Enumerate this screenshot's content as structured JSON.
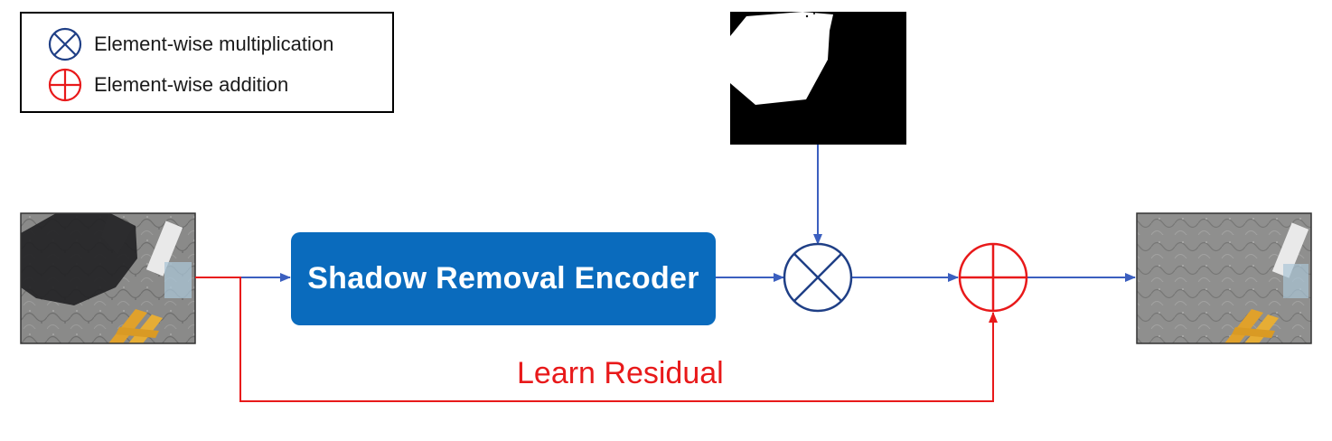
{
  "legend": {
    "multiplication_label": "Element-wise multiplication",
    "addition_label": "Element-wise addition"
  },
  "encoder": {
    "label": "Shadow Removal Encoder"
  },
  "residual": {
    "label": "Learn Residual"
  },
  "colors": {
    "blue_flow": "#3b5fbf",
    "dark_blue_operator": "#1f3f86",
    "red_residual": "#e8191a",
    "encoder_fill": "#0a6bbd"
  },
  "images": {
    "input": "shadowed-pavement-photo",
    "mask": "shadow-mask",
    "output": "shadow-free-pavement-photo"
  }
}
